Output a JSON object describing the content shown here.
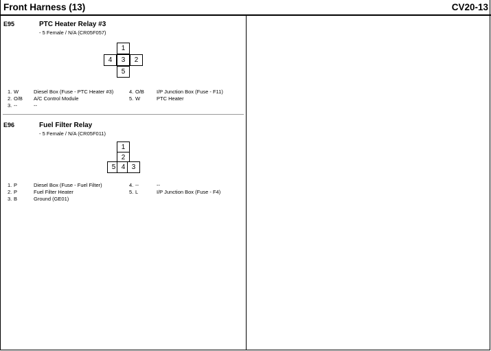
{
  "header": {
    "title": "Front Harness (13)",
    "code": "CV20-13"
  },
  "connectors": [
    {
      "id": "E95",
      "name": "PTC Heater Relay #3",
      "spec": "- 5 Female / N/A (CR05F057)",
      "pins": [
        {
          "num": "1.",
          "color": "W",
          "desc": "Diesel Box (Fuse - PTC Heater #3)"
        },
        {
          "num": "2.",
          "color": "O/B",
          "desc": "A/C Control Module"
        },
        {
          "num": "3.",
          "color": "--",
          "desc": "--"
        },
        {
          "num": "4.",
          "color": "O/B",
          "desc": "I/P Junction Box (Fuse - F11)"
        },
        {
          "num": "5.",
          "color": "W",
          "desc": "PTC Heater"
        }
      ],
      "face": [
        "1",
        "4",
        "3",
        "2",
        "5"
      ]
    },
    {
      "id": "E96",
      "name": "Fuel Filter Relay",
      "spec": "- 5 Female / N/A (CR05F011)",
      "pins": [
        {
          "num": "1.",
          "color": "P",
          "desc": "Diesel Box (Fuse - Fuel Filter)"
        },
        {
          "num": "2.",
          "color": "P",
          "desc": "Fuel Filter Heater"
        },
        {
          "num": "3.",
          "color": "B",
          "desc": "Ground (GE01)"
        },
        {
          "num": "4.",
          "color": "--",
          "desc": "--"
        },
        {
          "num": "5.",
          "color": "L",
          "desc": "I/P Junction Box (Fuse - F4)"
        }
      ],
      "face": [
        "1",
        "2",
        "5",
        "4",
        "3"
      ]
    }
  ]
}
